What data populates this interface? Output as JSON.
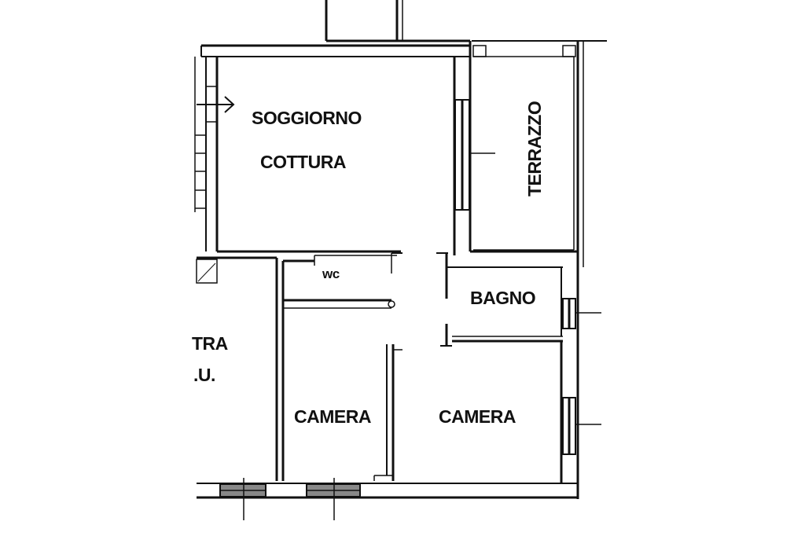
{
  "floor_plan": {
    "rooms": {
      "living": {
        "line1": "SOGGIORNO",
        "line2": "COTTURA"
      },
      "terrace": "TERRAZZO",
      "wc": "wc",
      "bathroom": "BAGNO",
      "bedroom_left": "CAMERA",
      "bedroom_right": "CAMERA",
      "neighbor": {
        "line1": "TRA",
        "line2": ".U."
      }
    },
    "colors": {
      "line": "#111111",
      "window_fill": "#888888",
      "background": "#ffffff"
    }
  }
}
